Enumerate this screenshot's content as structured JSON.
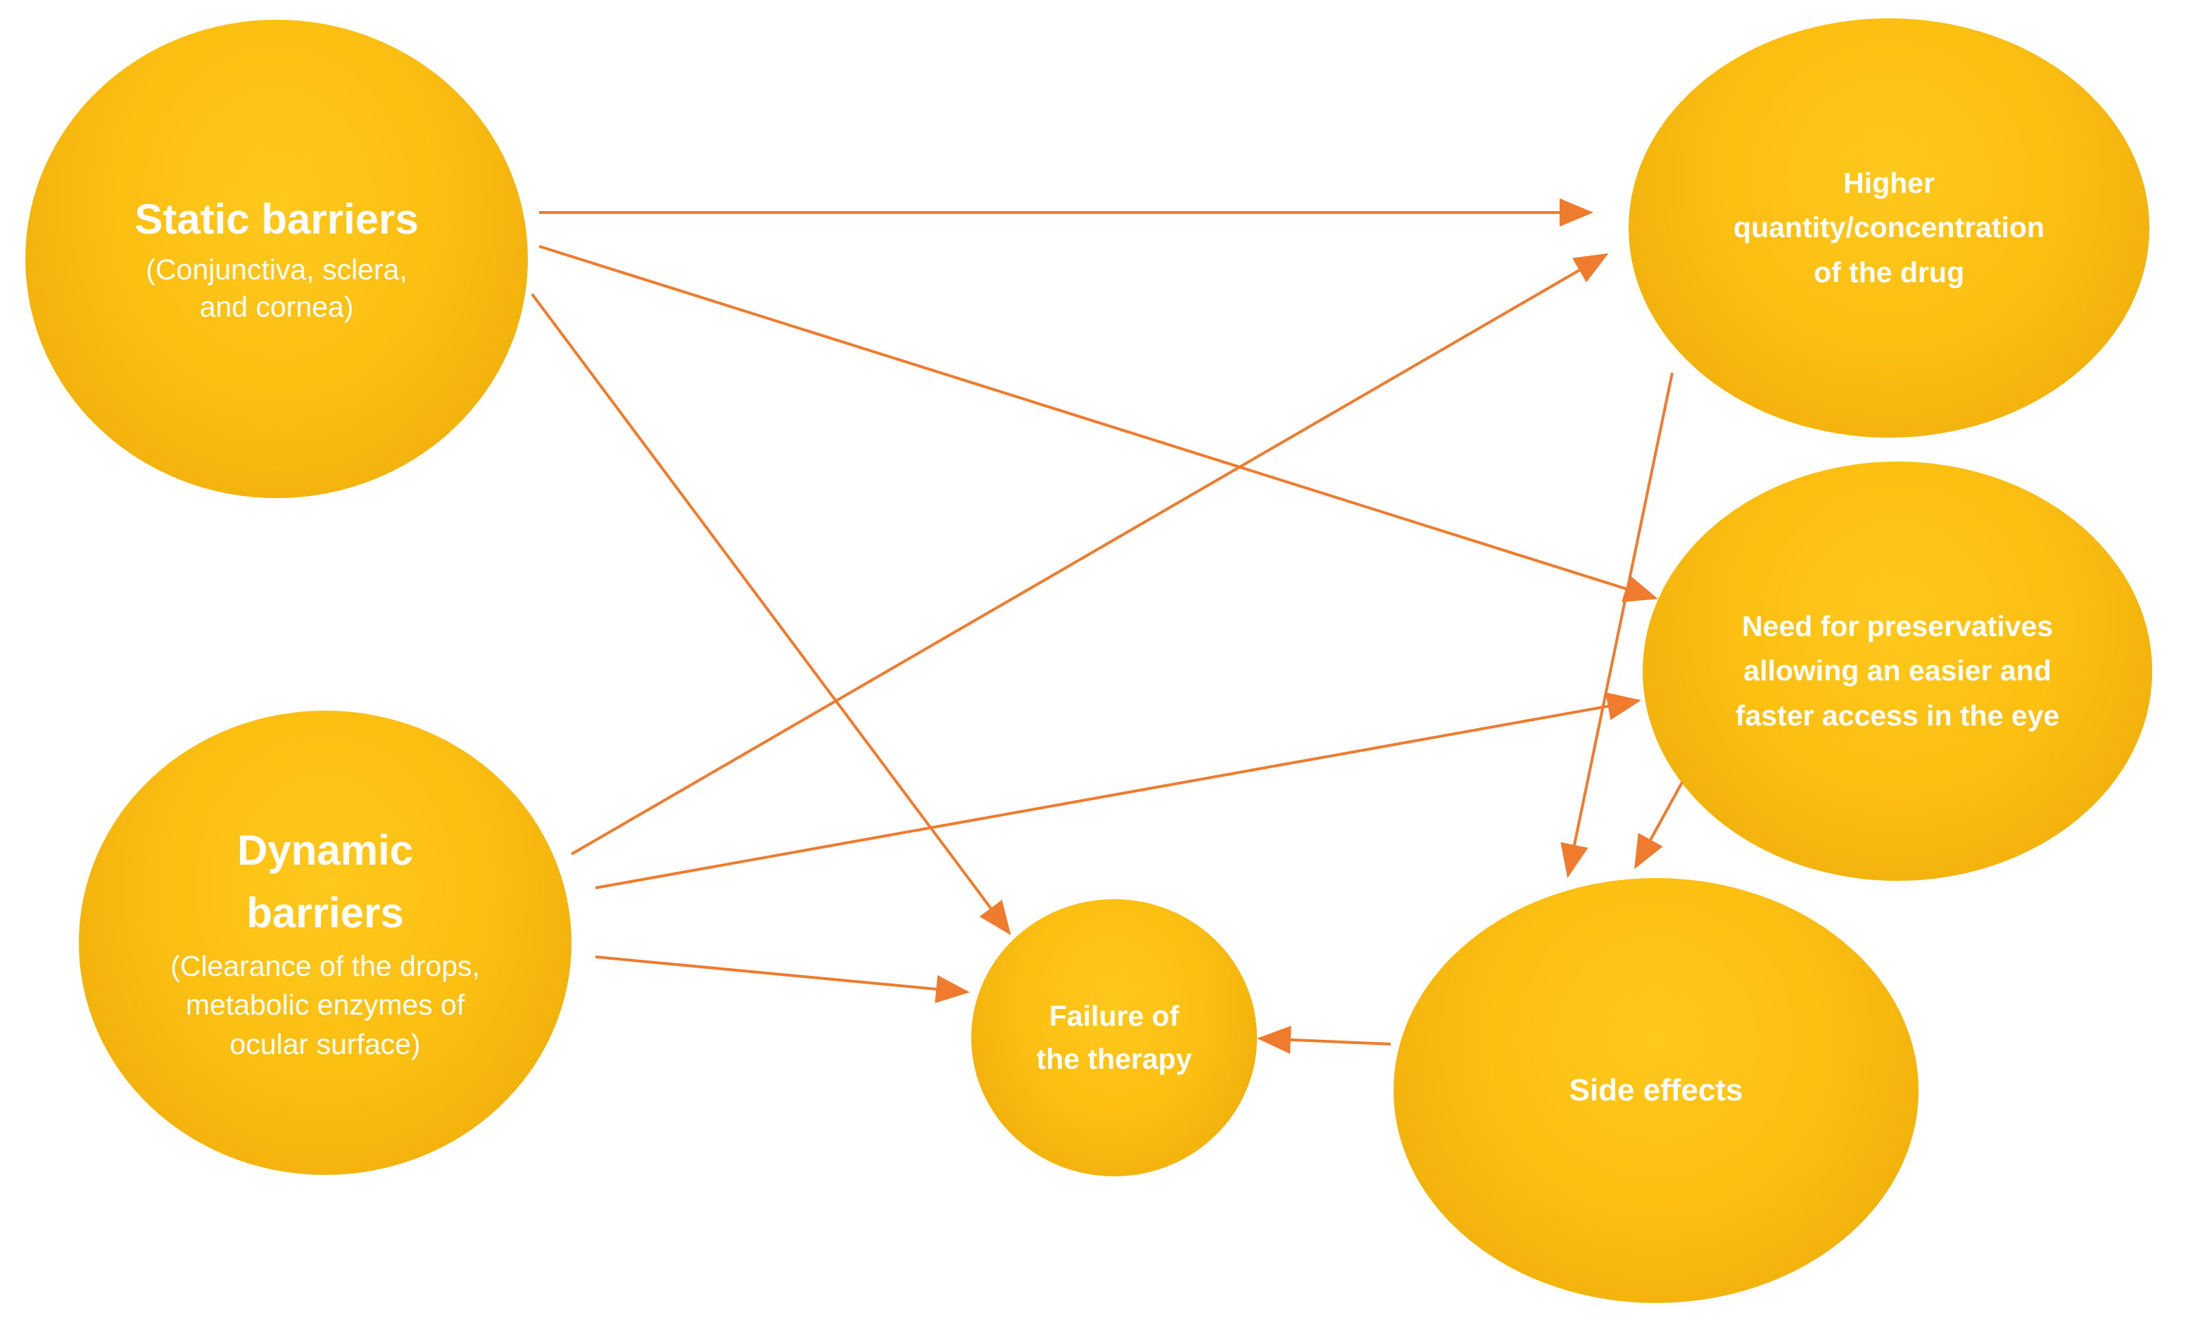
{
  "colors": {
    "node_fill": "#fcbf12",
    "node_text": "#ffffff",
    "arrow": "#ef7b2e"
  },
  "nodes": {
    "static": {
      "title": "Static barriers",
      "subtitle_lines": [
        "(Conjunctiva, sclera,",
        "and cornea)"
      ]
    },
    "dynamic": {
      "title_lines": [
        "Dynamic",
        "barriers"
      ],
      "subtitle_lines": [
        "(Clearance of the drops,",
        "metabolic enzymes of",
        "ocular surface)"
      ]
    },
    "higher": {
      "title_lines": [
        "Higher",
        "quantity/concentration",
        "of the drug"
      ]
    },
    "preservatives": {
      "title_lines": [
        "Need for preservatives",
        "allowing an easier and",
        "faster access in the eye"
      ]
    },
    "side_effects": {
      "title": "Side effects"
    },
    "failure": {
      "title_lines": [
        "Failure of",
        "the therapy"
      ]
    }
  },
  "edges": [
    {
      "from": "static",
      "to": "higher"
    },
    {
      "from": "static",
      "to": "preservatives"
    },
    {
      "from": "static",
      "to": "failure"
    },
    {
      "from": "dynamic",
      "to": "higher"
    },
    {
      "from": "dynamic",
      "to": "preservatives"
    },
    {
      "from": "dynamic",
      "to": "failure"
    },
    {
      "from": "higher",
      "to": "side_effects"
    },
    {
      "from": "preservatives",
      "to": "side_effects"
    },
    {
      "from": "side_effects",
      "to": "failure"
    }
  ]
}
